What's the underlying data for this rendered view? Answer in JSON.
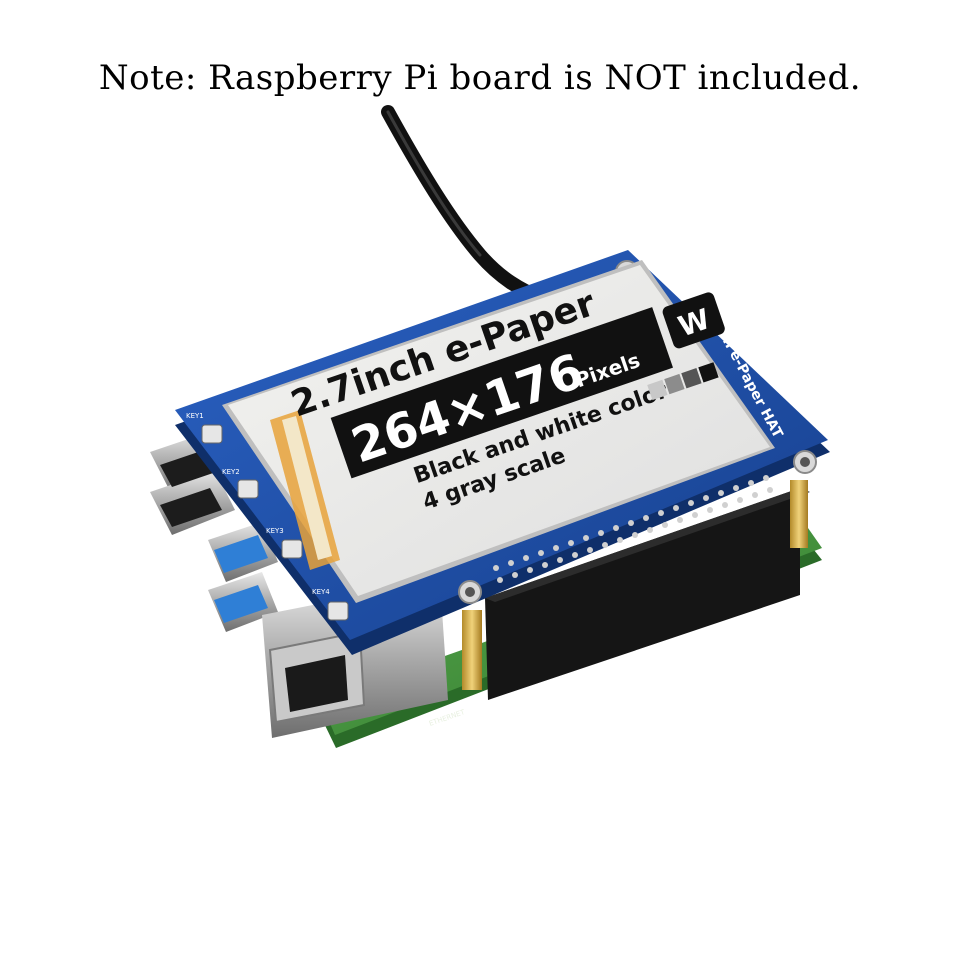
{
  "note": "Note: Raspberry Pi board is NOT included.",
  "display": {
    "title": "2.7inch e-Paper",
    "resolution": "264×176",
    "pixels_label": "Pixels",
    "line1": "Black and white color",
    "line2": "4 gray scale",
    "logo": "W"
  },
  "hat": {
    "side_label": "2.7inch e-Paper HAT",
    "keys": [
      "KEY1",
      "KEY2",
      "KEY3",
      "KEY4"
    ]
  },
  "colors": {
    "pcb_blue": "#1e4fa8",
    "pi_green": "#3f8f3a",
    "gray_swatches": [
      "#c8c8c8",
      "#8c8c8c",
      "#555555",
      "#111111"
    ]
  }
}
